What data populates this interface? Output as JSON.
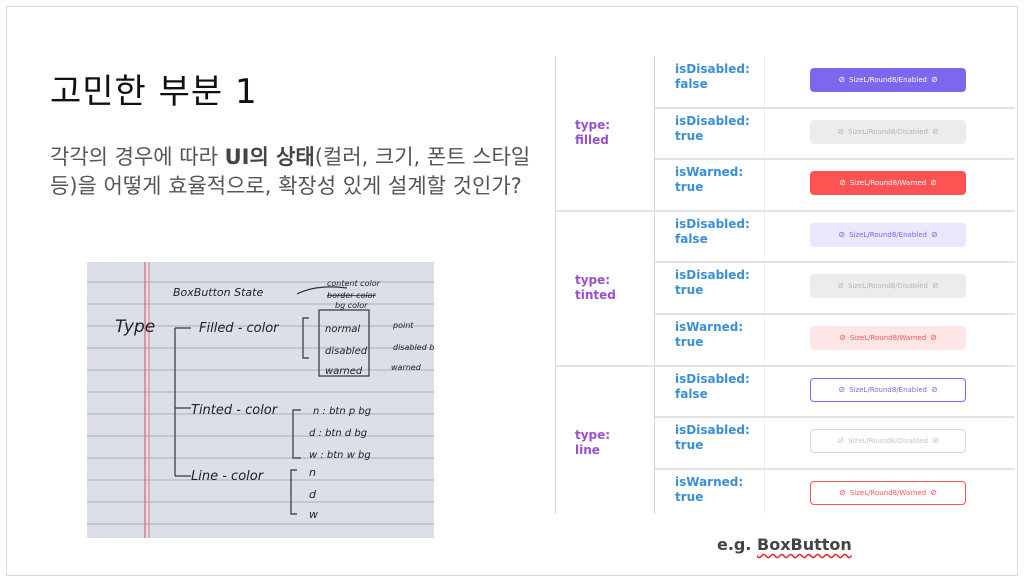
{
  "title": "고민한 부분 1",
  "body": {
    "pre": "각각의 경우에 따라 ",
    "bold": "UI의 상태",
    "post": "(컬러, 크기, 폰트 스타일 등)을 어떻게 효율적으로, 확장성 있게 설계할 것인가?"
  },
  "notes": {
    "title": "BoxButton State",
    "type": "Type",
    "filled": "Filled - color",
    "tinted": "Tinted - color",
    "line": "Line - color",
    "content": "content color",
    "border": "border color",
    "bg": "bg color",
    "normal": "normal",
    "disabled": "disabled",
    "warned": "warned",
    "point": "point",
    "disabled_bg": "disabled bg",
    "warned_right": "warned",
    "t_n": "n : btn p bg",
    "t_d": "d : btn d bg",
    "t_w": "w : btn w bg",
    "l_n": "n",
    "l_d": "d",
    "l_w": "w"
  },
  "table": {
    "groups": [
      {
        "type": "type:\nfilled",
        "rows": [
          {
            "state": "isDisabled:\nfalse",
            "button": "SizeL/Round8/Enabled",
            "bg": "#7b68ee",
            "fg": "#ffffff",
            "border": "#7b68ee"
          },
          {
            "state": "isDisabled:\ntrue",
            "button": "SizeL/Round8/Disabled",
            "bg": "#ececec",
            "fg": "#b5b5b5",
            "border": "#ececec"
          },
          {
            "state": "isWarned:\ntrue",
            "button": "SizeL/Round8/Warned",
            "bg": "#ff5252",
            "fg": "#ffffff",
            "border": "#ff5252"
          }
        ]
      },
      {
        "type": "type:\ntinted",
        "rows": [
          {
            "state": "isDisabled:\nfalse",
            "button": "SizeL/Round8/Enabled",
            "bg": "#ebe8fd",
            "fg": "#7b68ee",
            "border": "#ebe8fd"
          },
          {
            "state": "isDisabled:\ntrue",
            "button": "SizeL/Round8/Disabled",
            "bg": "#ececec",
            "fg": "#b5b5b5",
            "border": "#ececec"
          },
          {
            "state": "isWarned:\ntrue",
            "button": "SizeL/Round8/Warned",
            "bg": "#ffe6e6",
            "fg": "#ff5252",
            "border": "#ffe6e6"
          }
        ]
      },
      {
        "type": "type:\nline",
        "rows": [
          {
            "state": "isDisabled:\nfalse",
            "button": "SizeL/Round8/Enabled",
            "bg": "#ffffff",
            "fg": "#7b68ee",
            "border": "#7b68ee"
          },
          {
            "state": "isDisabled:\ntrue",
            "button": "SizeL/Round8/Disabled",
            "bg": "#ffffff",
            "fg": "#c4c4c4",
            "border": "#d6d6d6"
          },
          {
            "state": "isWarned:\ntrue",
            "button": "SizeL/Round8/Warned",
            "bg": "#ffffff",
            "fg": "#ff5252",
            "border": "#ff5252"
          }
        ]
      }
    ],
    "icon": "⊘"
  },
  "caption": {
    "prefix": "e.g. ",
    "name": "BoxButton"
  }
}
